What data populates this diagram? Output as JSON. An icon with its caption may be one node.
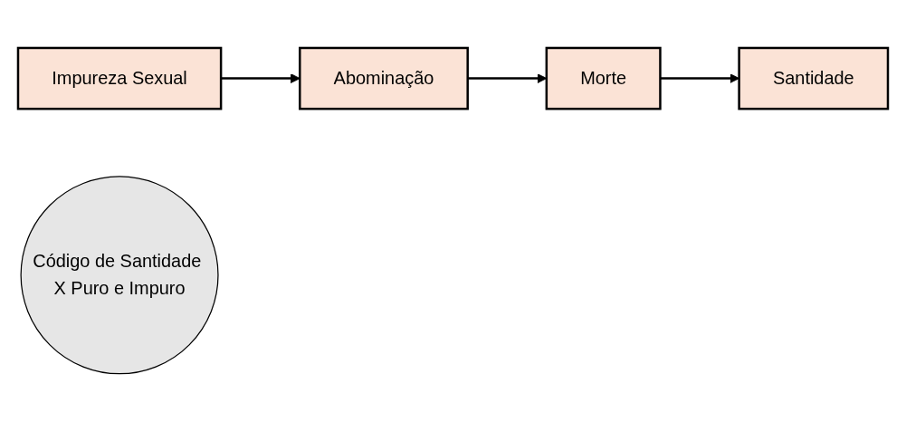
{
  "diagram": {
    "nodes": [
      {
        "text": [
          "Impureza Sexual"
        ]
      },
      {
        "text": [
          "Abominação"
        ]
      },
      {
        "text": [
          "Código de Santidade X Puro e Impuro"
        ]
      },
      {
        "text": [
          "Santidade"
        ]
      },
      {
        "text": [
          "Morte"
        ]
      }
    ],
    "edges": [
      {
        "from": 0,
        "to": 1,
        "arrow": "to"
      },
      {
        "from": 1,
        "to": 4,
        "arrow": "to"
      },
      {
        "from": 4,
        "to": 3,
        "arrow": "to"
      }
    ]
  }
}
